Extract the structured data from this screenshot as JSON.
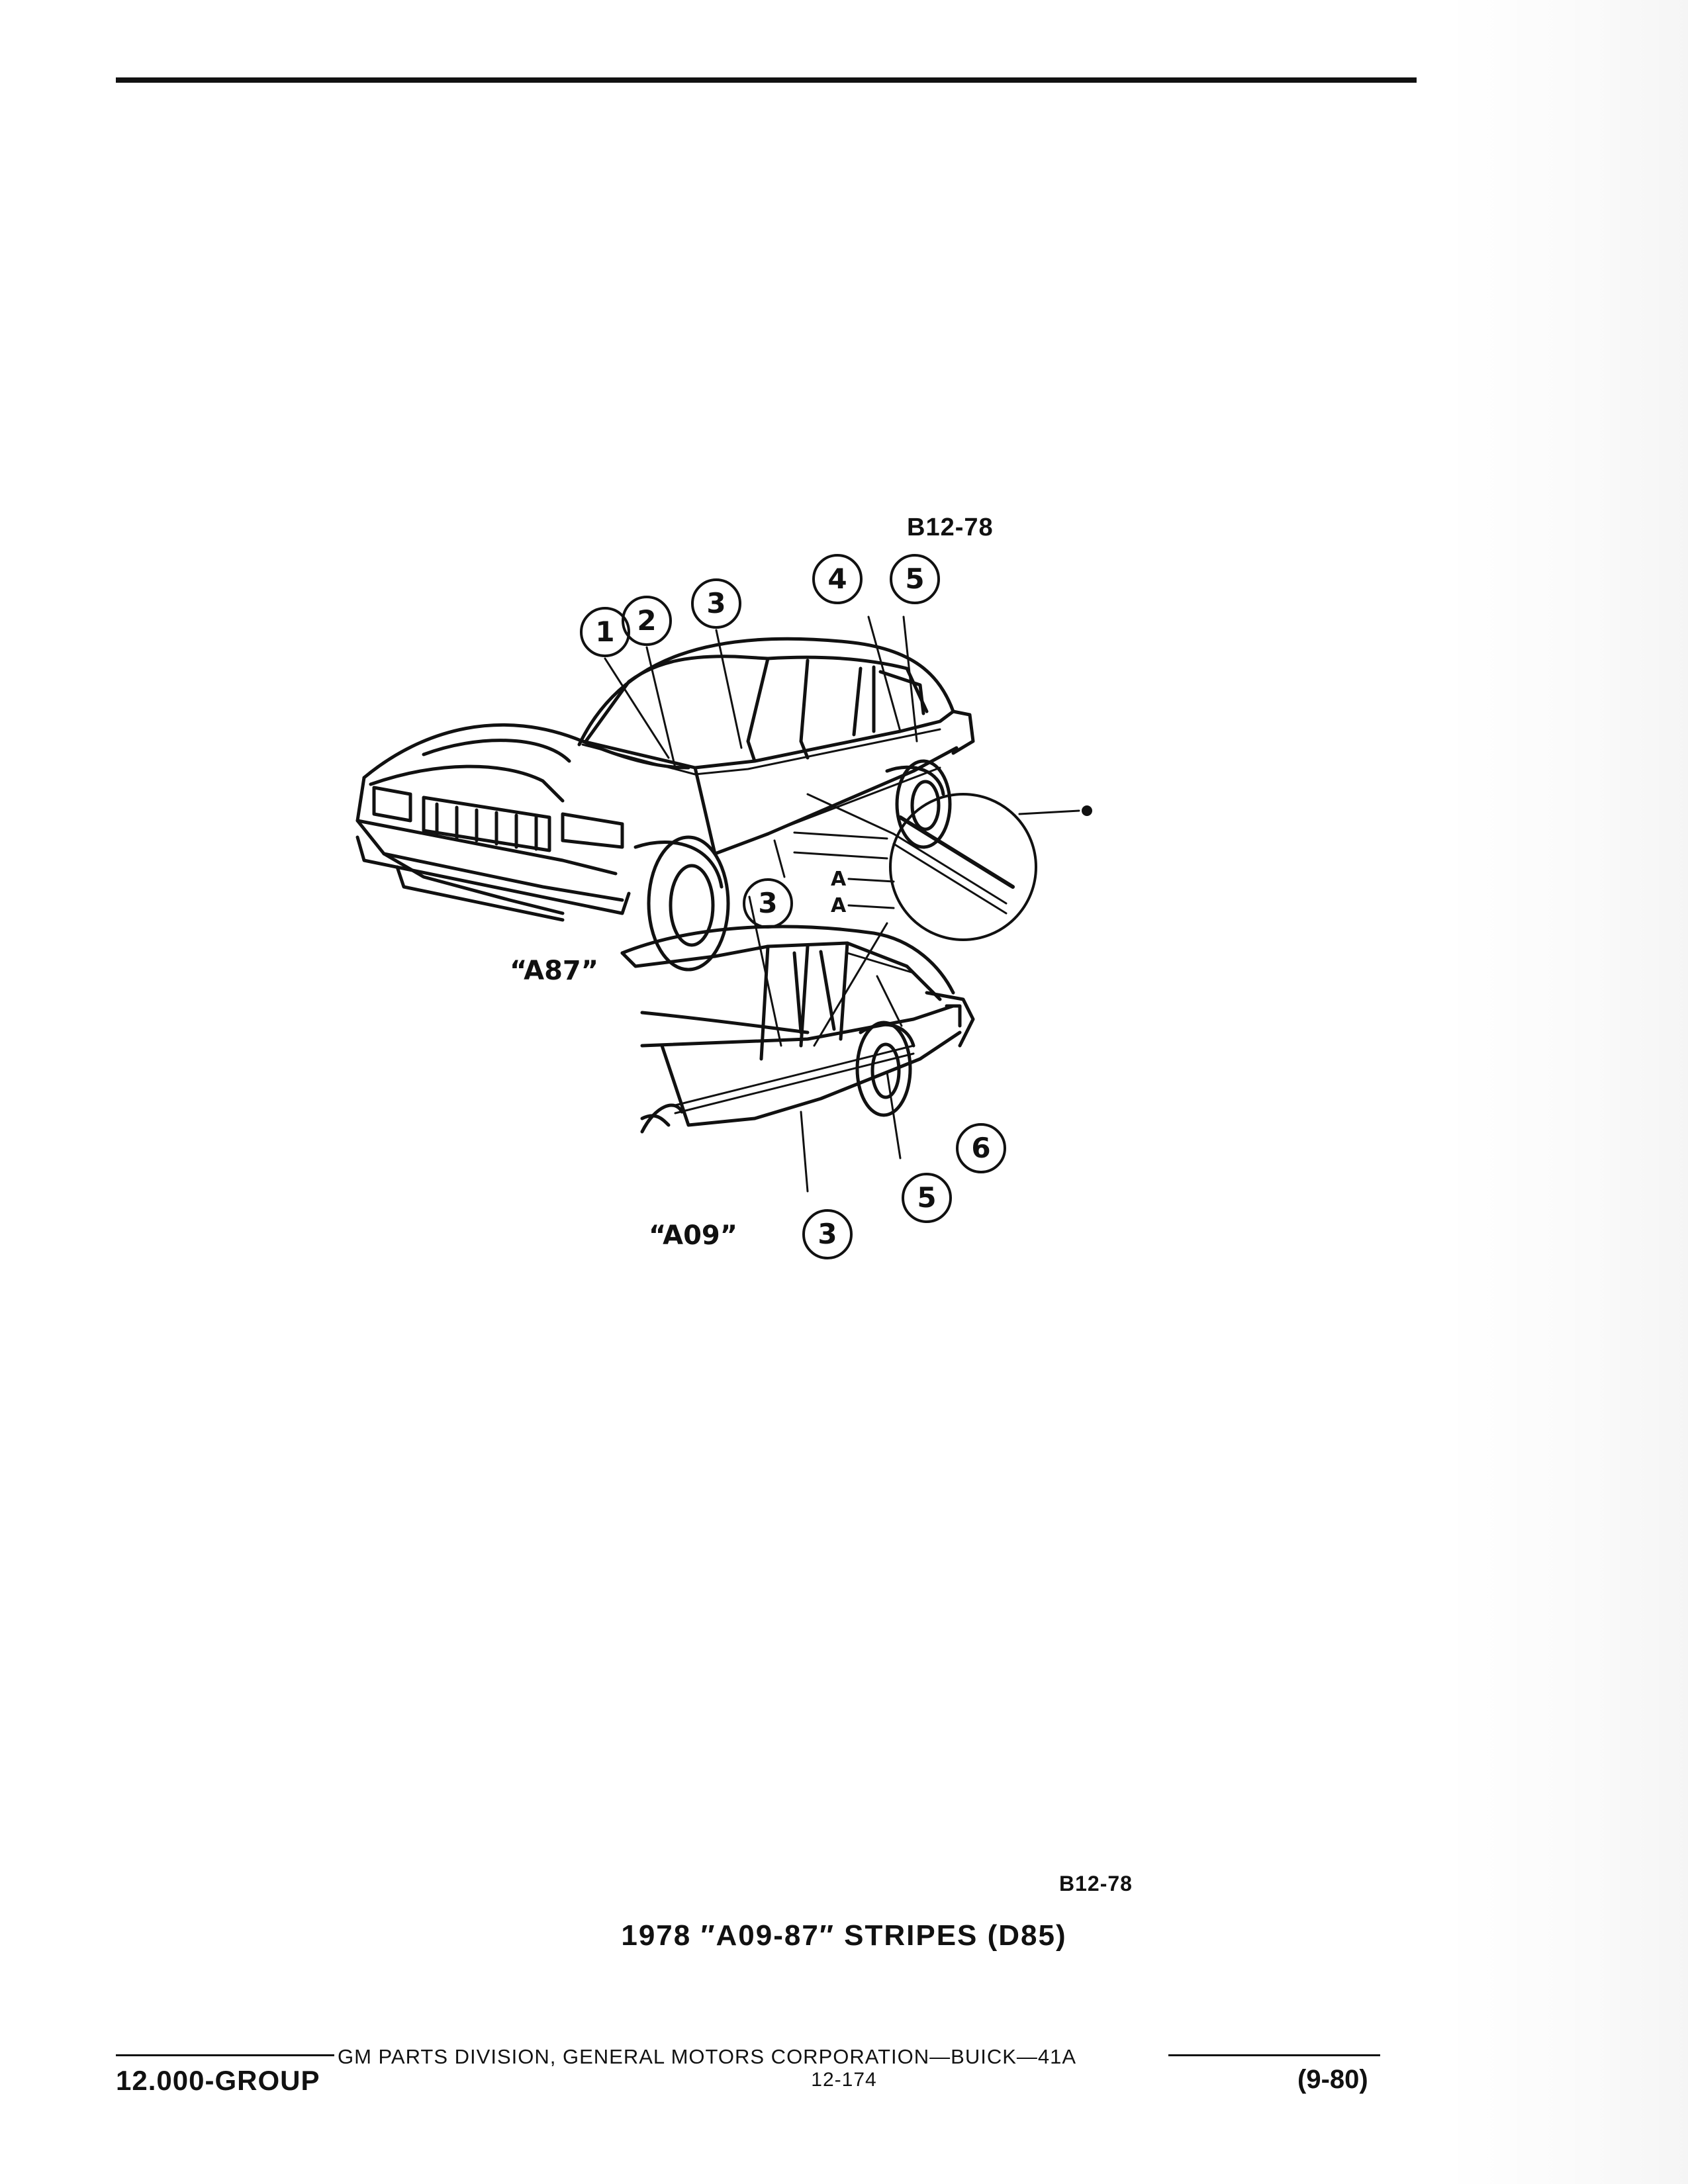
{
  "figure_ref_top": "B12-78",
  "figure_ref_bottom": "B12-78",
  "callouts": {
    "n1": "1",
    "n2": "2",
    "n3a": "3",
    "n4": "4",
    "n5a": "5",
    "n3b": "3",
    "n3c": "3",
    "n5b": "5",
    "n6": "6"
  },
  "labels": {
    "a87": "“A87”",
    "a09": "“A09”",
    "detail_a": "A"
  },
  "caption": "1978 ″A09-87″ STRIPES (D85)",
  "footer": {
    "center": "GM PARTS DIVISION, GENERAL MOTORS CORPORATION—BUICK—41A",
    "group": "12.000-GROUP",
    "page": "12-174",
    "date": "(9-80)"
  }
}
